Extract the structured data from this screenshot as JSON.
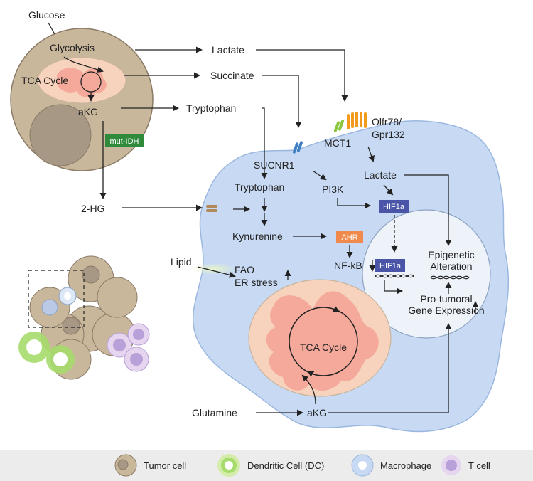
{
  "tumor_cell": {
    "glucose": "Glucose",
    "glycolysis": "Glycolysis",
    "tca_cycle": "TCA Cycle",
    "akg": "aKG",
    "mut_idh": "mut-IDH"
  },
  "metabolites": {
    "lactate": "Lactate",
    "succinate": "Succinate",
    "tryptophan": "Tryptophan",
    "two_hg": "2-HG",
    "lipid": "Lipid",
    "glutamine": "Glutamine"
  },
  "receptors": {
    "mct1": "MCT1",
    "olfr78": "Olfr78/",
    "gpr132": "Gpr132",
    "sucnr1": "SUCNR1"
  },
  "macrophage": {
    "pi3k": "PI3K",
    "lactate": "Lactate",
    "tryptophan": "Tryptophan",
    "kynurenine": "Kynurenine",
    "ahr": "AHR",
    "nfkb": "NF-kB",
    "hif1a_top": "HIF1a",
    "hif1a_nucleus": "HIF1a",
    "epigenetic": "Epigenetic",
    "alteration": "Alteration",
    "pro_tumoral": "Pro-tumoral",
    "gene_expression": "Gene Expression",
    "fao": "FAO",
    "er_stress": "ER stress",
    "tca_cycle": "TCA Cycle",
    "akg": "aKG"
  },
  "legend": {
    "tumor": "Tumor cell",
    "dc": "Dendritic Cell (DC)",
    "macrophage": "Macrophage",
    "tcell": "T cell"
  },
  "colors": {
    "tumor_fill": "#c9b79c",
    "tumor_stroke": "#8a7a66",
    "macrophage_fill": "#c8daf3",
    "nucleus_fill": "#eef3fa",
    "mito_outer": "#f7d3bd",
    "mito_inner": "#f4a99a",
    "hif1a_box": "#4a55a8",
    "ahr_box": "#f0894a",
    "mutidh_box": "#2f8a3c",
    "dc_green": "#a6dc6b",
    "tcell_purple": "#b8a0d9"
  }
}
